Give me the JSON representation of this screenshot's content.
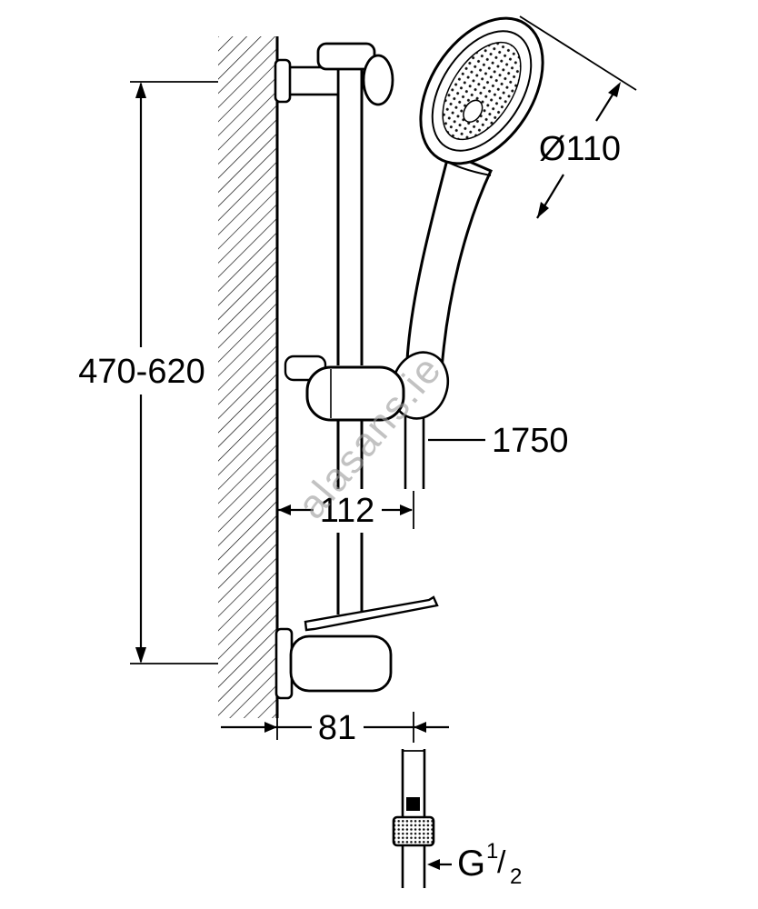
{
  "page": {
    "background_color": "#ffffff",
    "ink_color": "#000000",
    "watermark_color": "#9a9a9a"
  },
  "drawing": {
    "kind": "shower-slide-rail-set-dimensional-drawing",
    "watermark": "alasans.ie",
    "labels": {
      "rail_height": "470-620",
      "head_diameter": "Ø110",
      "hose_length": "1750",
      "wall_offset_holder": "112",
      "wall_offset_bottom": "81",
      "thread_letter": "G",
      "thread_numerator": "1",
      "thread_slash": "/",
      "thread_denominator": "2"
    }
  }
}
